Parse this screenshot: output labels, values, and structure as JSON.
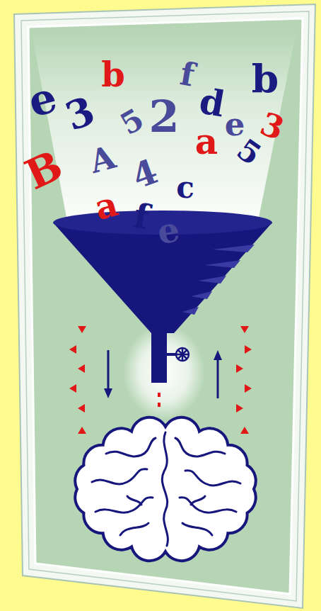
{
  "diagram": {
    "labels": [
      "e",
      "3",
      "b",
      "5",
      "2",
      "f",
      "d",
      "e",
      "b",
      "3",
      "B",
      "A",
      "a",
      "5",
      "4",
      "a",
      "f",
      "e",
      "c"
    ]
  }
}
